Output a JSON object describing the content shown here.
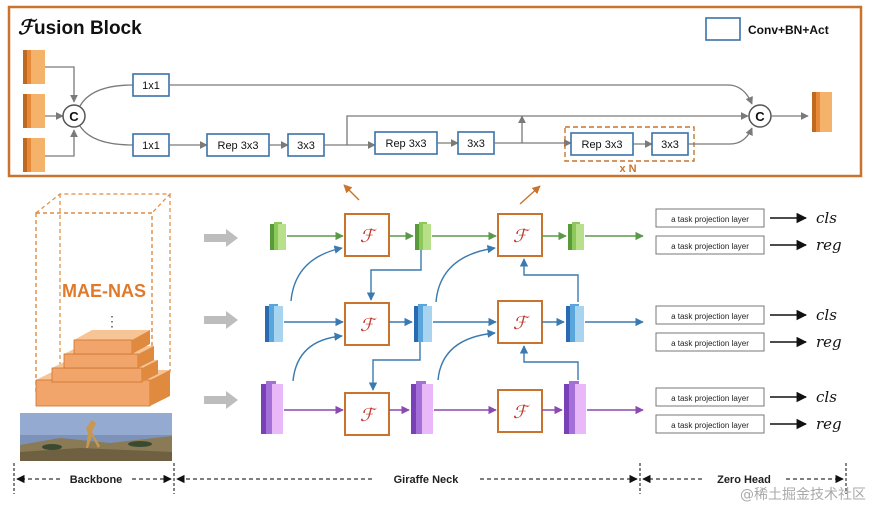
{
  "fusion_block": {
    "title_symbol": "ℱ",
    "title": "usion Block",
    "legend_label": "Conv+BN+Act",
    "concat_symbol": "C",
    "conv1x1_label": "1x1",
    "rep3x3_label": "Rep 3x3",
    "conv3x3_label": "3x3",
    "repeat_label": "x N"
  },
  "backbone": {
    "name": "MAE-NAS",
    "ellipsis": "⋮"
  },
  "neck": {
    "fusion_symbol": "ℱ"
  },
  "head": {
    "projection_label": "a task projection layer",
    "cls_label": "cls",
    "reg_label": "reg"
  },
  "sections": {
    "backbone": "Backbone",
    "neck": "Giraffe Neck",
    "head": "Zero Head"
  },
  "watermark": "@稀土掘金技术社区",
  "colors": {
    "frame": "#c8742e",
    "conv_box": "#3a72a8",
    "orange_feature": "#e8893a",
    "green_feature": "#8cc85a",
    "blue_feature": "#5aa5dc",
    "purple_feature": "#a470d8",
    "green_arrow": "#5a9a4a",
    "blue_arrow": "#3a7ab0",
    "purple_arrow": "#8a4ab0",
    "gray_arrow": "#bdbdbd"
  }
}
